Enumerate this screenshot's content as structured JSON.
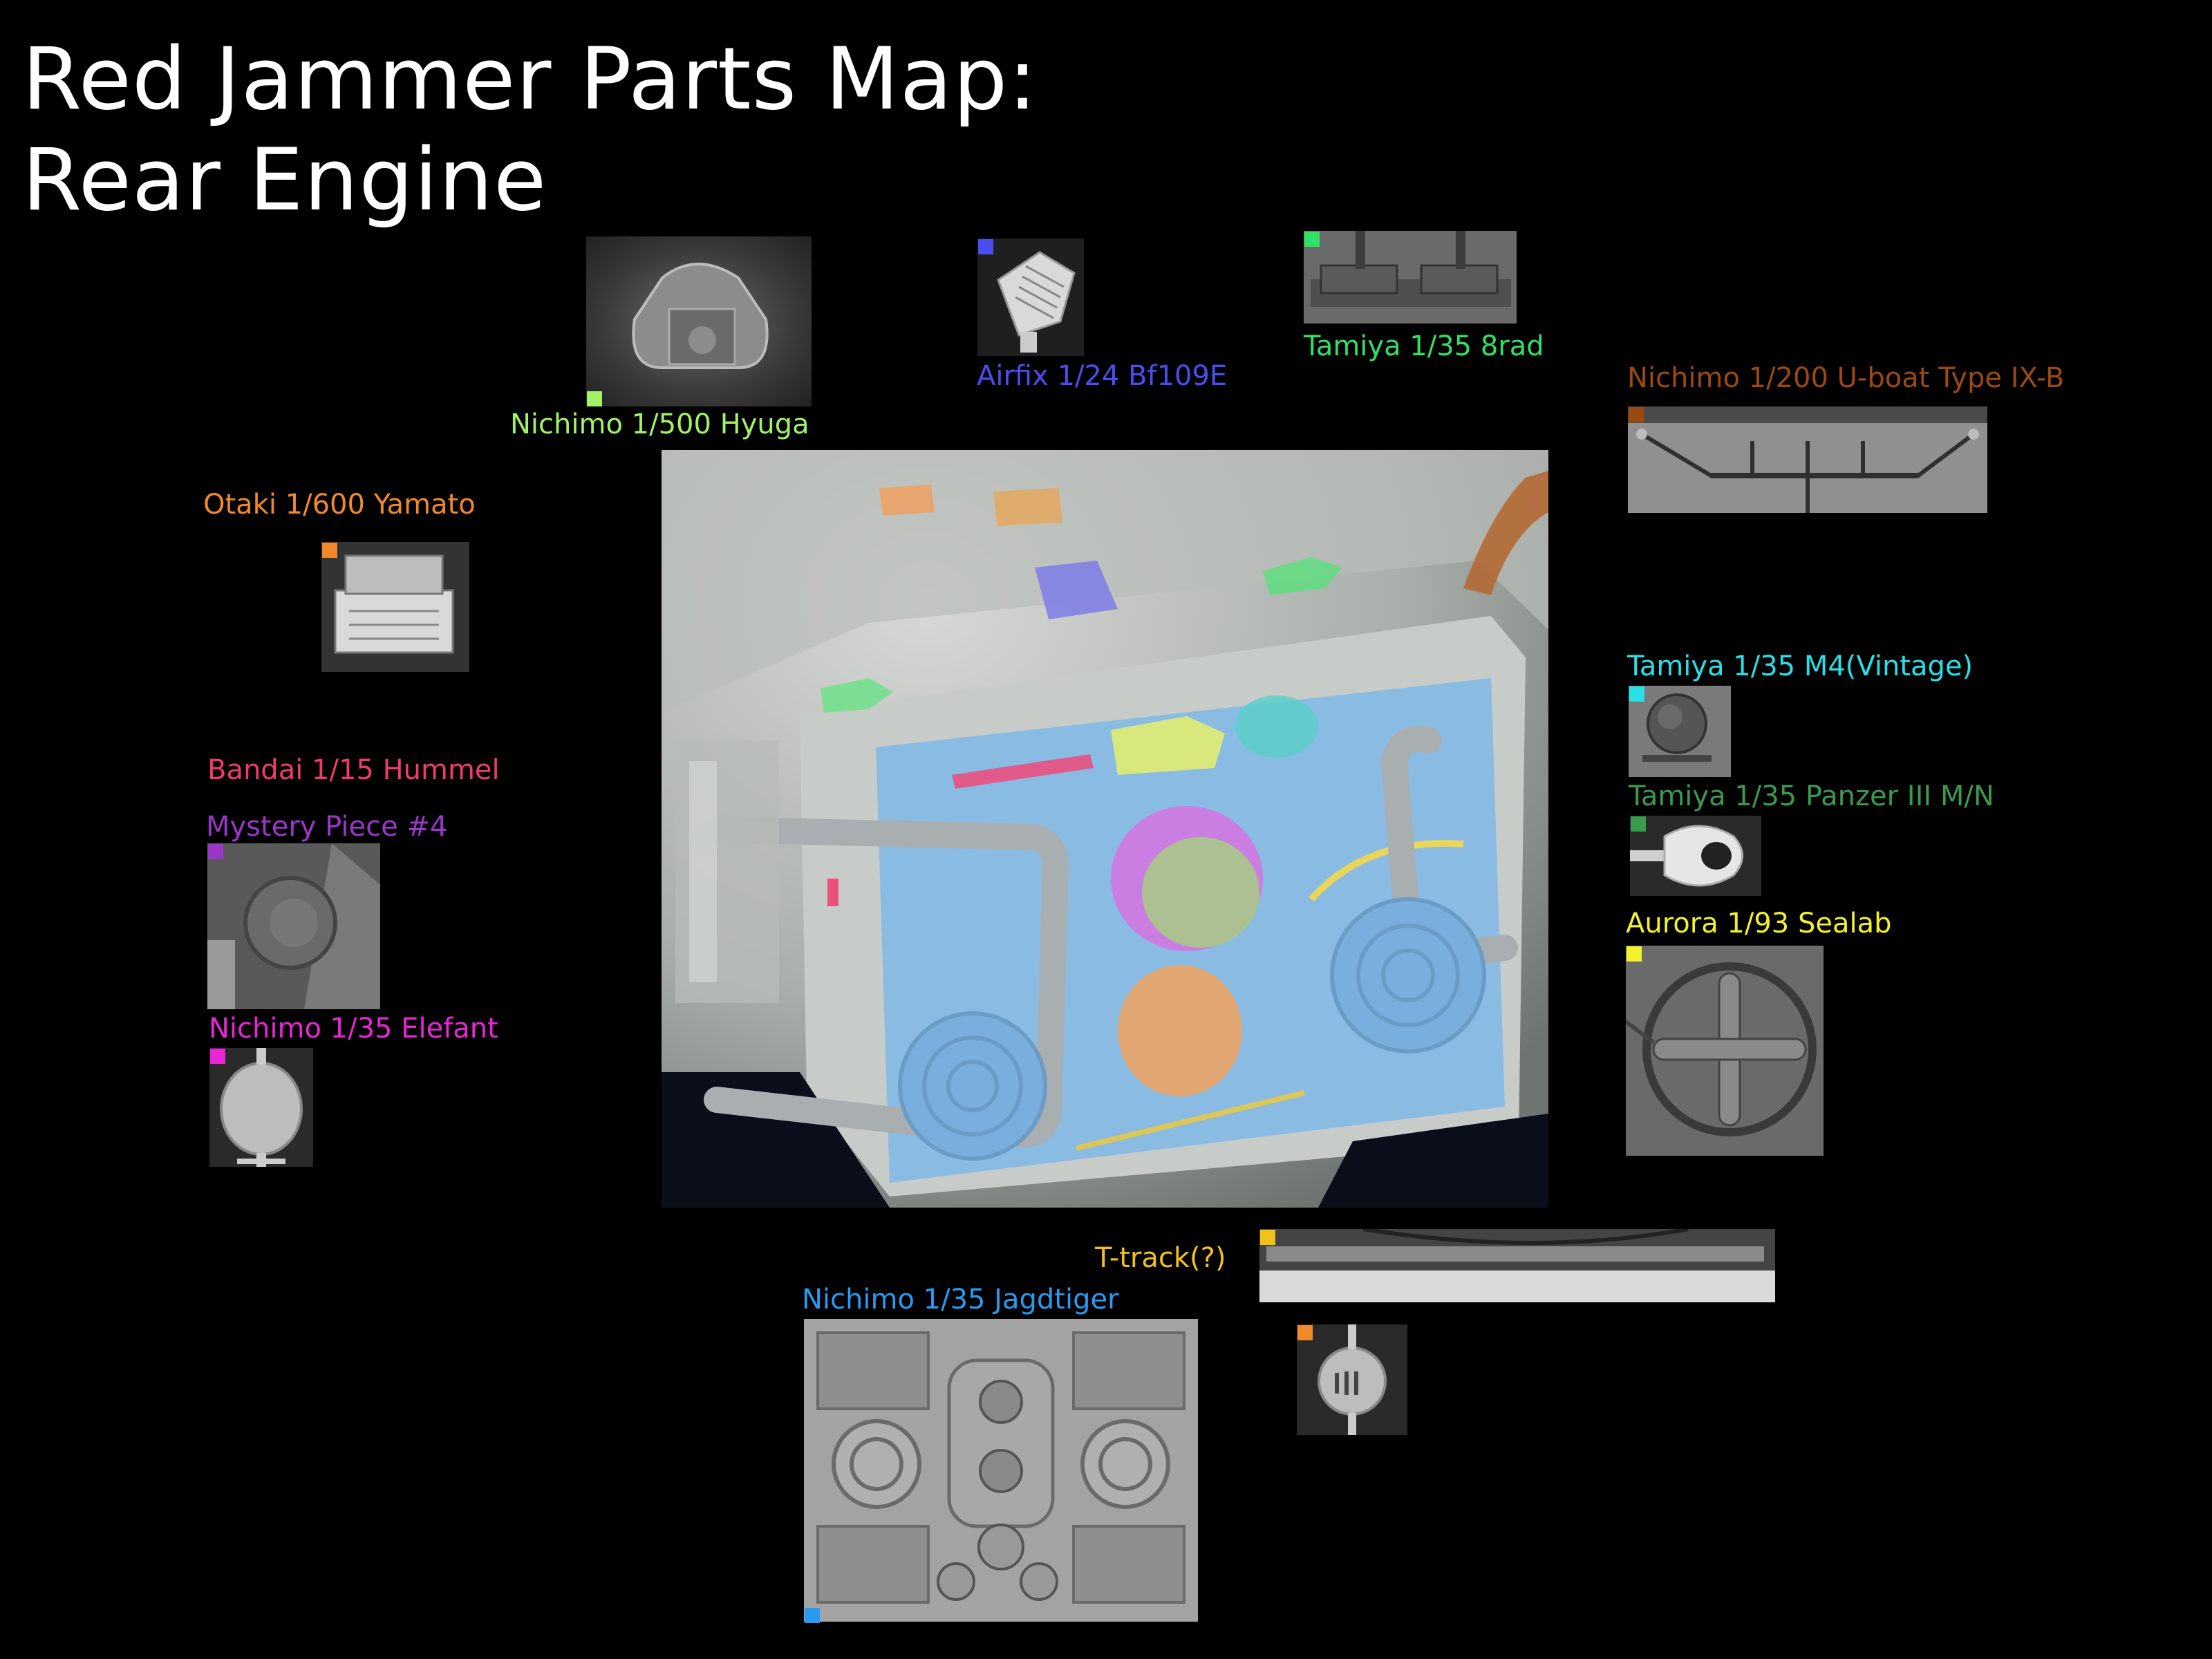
{
  "title": {
    "line1": "Red Jammer Parts Map:",
    "line2": "Rear Engine"
  },
  "parts": {
    "hyuga": {
      "label": "Nichimo 1/500 Hyuga",
      "color": "#a3f266"
    },
    "bf109": {
      "label": "Airfix 1/24 Bf109E",
      "color": "#4a4ef0"
    },
    "rad": {
      "label": "Tamiya 1/35 8rad",
      "color": "#2fe266"
    },
    "uboat": {
      "label": "Nichimo 1/200 U-boat Type IX-B",
      "color": "#9a4a10"
    },
    "yamato": {
      "label": "Otaki 1/600 Yamato",
      "color": "#f08a28"
    },
    "m4": {
      "label": "Tamiya 1/35 M4(Vintage)",
      "color": "#28e0e6"
    },
    "panzer": {
      "label": "Tamiya 1/35 Panzer III M/N",
      "color": "#3a9a4e"
    },
    "hummel": {
      "label": "Bandai 1/15 Hummel",
      "color": "#f03a6a"
    },
    "mystery": {
      "label": "Mystery Piece #4",
      "color": "#9a36c8"
    },
    "sealab": {
      "label": "Aurora 1/93 Sealab",
      "color": "#f2f22a"
    },
    "elefant": {
      "label": "Nichimo 1/35 Elefant",
      "color": "#e826d6"
    },
    "ttrack": {
      "label": "T-track(?)",
      "color": "#f2c21a"
    },
    "jagdtiger": {
      "label": "Nichimo 1/35 Jagdtiger",
      "color": "#2a9af0"
    },
    "orange_piece": {
      "label": "",
      "color": "#f08a28"
    }
  },
  "colors": {
    "background": "#000000",
    "title_text": "#ffffff"
  }
}
